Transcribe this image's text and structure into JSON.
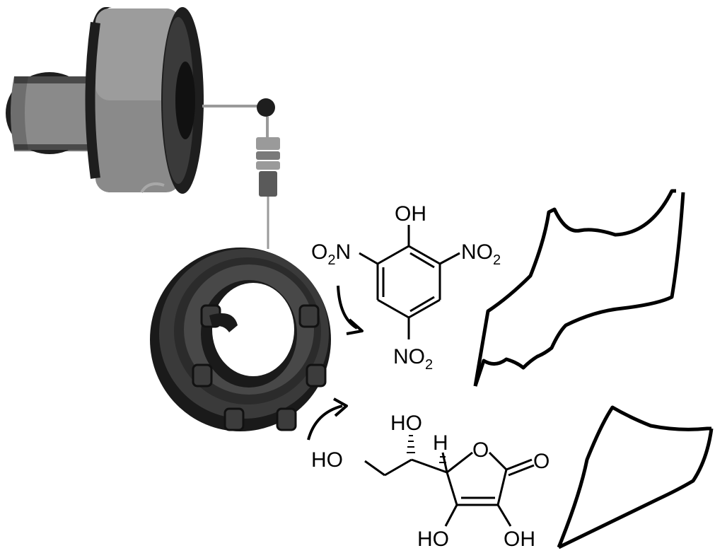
{
  "labels": {
    "picric_oh": "OH",
    "picric_no2_left_main": "O",
    "picric_no2_left_sub": "2",
    "picric_no2_left_tail": "N",
    "picric_no2_right_main": "NO",
    "picric_no2_right_sub": "2",
    "picric_no2_bottom_main": "NO",
    "picric_no2_bottom_sub": "2",
    "ascorbic_ho_top": "HO",
    "ascorbic_h": "H",
    "ascorbic_ho_left": "HO",
    "ascorbic_o_ring": "O",
    "ascorbic_o_carbonyl": "O",
    "ascorbic_ho_bottom": "HO",
    "ascorbic_oh_bottom": "OH"
  },
  "colors": {
    "spool_dark": "#1e1e1e",
    "spool_flange": "#3a3a3a",
    "filament_gray": "#8a8a8a",
    "filament_light": "#a8a8a8",
    "cell_dark": "#2b2b2b",
    "cell_mid": "#4a4a4a",
    "line": "#000000"
  },
  "icons": [
    "filament-spool-icon",
    "printer-nozzle-icon",
    "electrochemical-cell-icon"
  ]
}
